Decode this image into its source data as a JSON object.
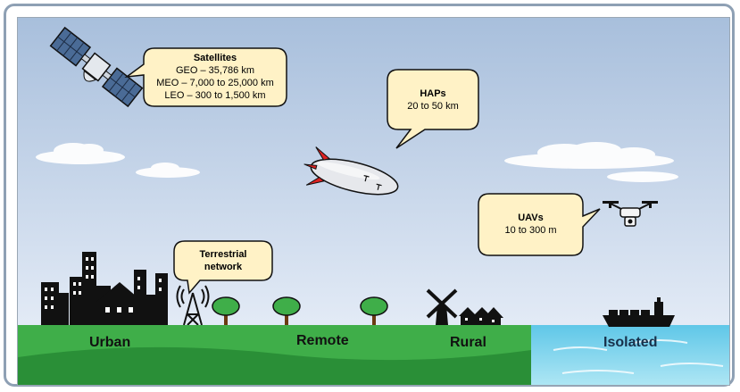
{
  "colors": {
    "sky_top": "#a8bfdc",
    "sky_bottom": "#eef3fb",
    "bubble_fill": "#fff2c6",
    "land": "#3fae49",
    "land_dark": "#2a8f37",
    "sea": "#7fd6ee",
    "silhouette": "#111111"
  },
  "bubbles": {
    "satellites": {
      "title": "Satellites",
      "line1": "GEO – 35,786 km",
      "line2": "MEO – 7,000 to 25,000 km",
      "line3": "LEO – 300 to 1,500 km"
    },
    "haps": {
      "title": "HAPs",
      "line1": "20 to 50 km"
    },
    "uavs": {
      "title": "UAVs",
      "line1": "10 to 300 m"
    },
    "terrestrial": {
      "title": "Terrestrial",
      "line1": "network"
    }
  },
  "regions": {
    "urban": "Urban",
    "remote": "Remote",
    "rural": "Rural",
    "isolated": "Isolated"
  },
  "icons": [
    "satellite-icon",
    "airship-icon",
    "drone-icon",
    "city-icon",
    "tower-icon",
    "tree-icon",
    "windmill-icon",
    "house-icon",
    "ship-icon",
    "cloud-icon"
  ]
}
